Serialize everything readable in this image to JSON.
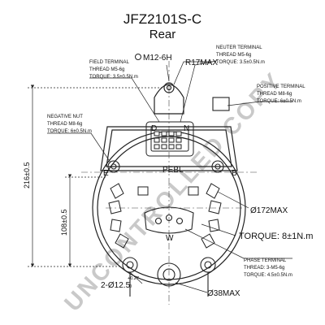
{
  "title": "JFZ2101S-C",
  "subtitle": "Rear",
  "watermark": "UNCONTROLLED COPY",
  "labels": {
    "m12": "M12-6H",
    "r17": "R17MAX",
    "field_terminal": [
      "FIELD TERMINAL",
      "THREAD M5-6g",
      "TORQUE: 3.5±0.5N.m"
    ],
    "neuter_terminal": [
      "NEUTER TERMINAL",
      "THREAD M5-6g",
      "TORQUE: 3.5±0.5N.m"
    ],
    "positive_terminal": [
      "POSITIVE TERMINAL",
      "THREAD M8-6g",
      "TORQUE: 6±0.5N.m"
    ],
    "negative_nut": [
      "NEGATIVE NUT",
      "THREAD M8-6g",
      "TORQUE: 6±0.5N.m"
    ],
    "phase_terminal": [
      "PHASE TERMINAL",
      "THREAD: 3-M5-6g",
      "TORQUE: 4.5±0.5N.m"
    ],
    "d": "D",
    "n": "N",
    "e": "E",
    "b": "B",
    "w": "W",
    "pebl": "PEBL",
    "dia172": "Ø172MAX",
    "torque": "TORQUE: 8±1N.m",
    "dim216": "216±0.5",
    "dim108": "108±0.5",
    "holes": "2-Ø12.5",
    "tol_upper": "+0.27",
    "tol_lower": "0",
    "dia38": "Ø38MAX"
  },
  "colors": {
    "line": "#222222",
    "watermark": "#c9c9c9"
  }
}
